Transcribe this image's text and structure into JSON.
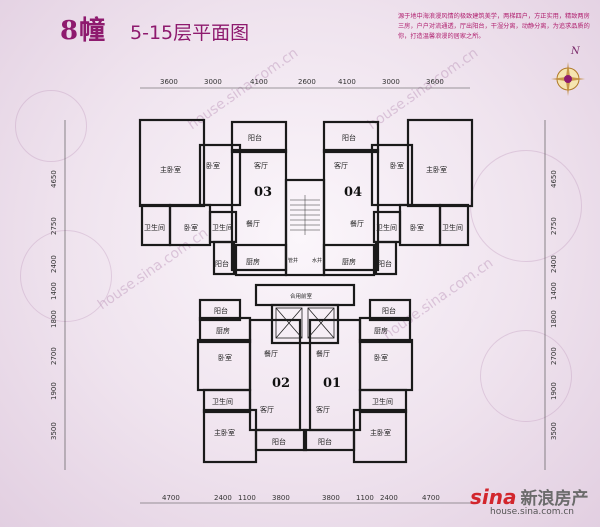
{
  "header": {
    "building": "8幢",
    "floors": "5-15层平面图",
    "description": "源于地中海浪漫风情的极致建筑美学，两梯四户，方正实用，精致两房三房，户户对流通透，厅出阳台，干湿分离，动静分离，为追求品质的你，打造温馨浪漫的居家之所。"
  },
  "compass": {
    "north_label": "N"
  },
  "dims": {
    "top": [
      "3600",
      "3000",
      "4100",
      "2600",
      "4100",
      "3000",
      "3600"
    ],
    "bottom": [
      "4700",
      "2400",
      "1100",
      "3800",
      "3800",
      "1100",
      "2400",
      "4700"
    ],
    "left": [
      "4650",
      "2750",
      "2400",
      "1400",
      "1800",
      "2700",
      "1900",
      "3500"
    ],
    "right": [
      "4650",
      "2750",
      "2400",
      "1400",
      "1800",
      "2700",
      "1900",
      "3500"
    ]
  },
  "units": {
    "u03": "03",
    "u04": "04",
    "u02": "02",
    "u01": "01"
  },
  "rooms": {
    "master_bedroom": "主卧室",
    "bedroom": "卧室",
    "living": "客厅",
    "dining": "餐厅",
    "kitchen": "厨房",
    "bathroom": "卫生间",
    "balcony": "阳台",
    "elevator_hall": "合用前室",
    "shaft_left": "管井",
    "shaft_right": "水井"
  },
  "watermark": "house.sina.com.cn",
  "footer": {
    "logo": "sina",
    "brand_cn": "新浪房产",
    "url": "house.sina.com.cn"
  },
  "colors": {
    "brand": "#8e1a6e",
    "sina_red": "#d2262d",
    "wall": "#1a1a1a"
  }
}
